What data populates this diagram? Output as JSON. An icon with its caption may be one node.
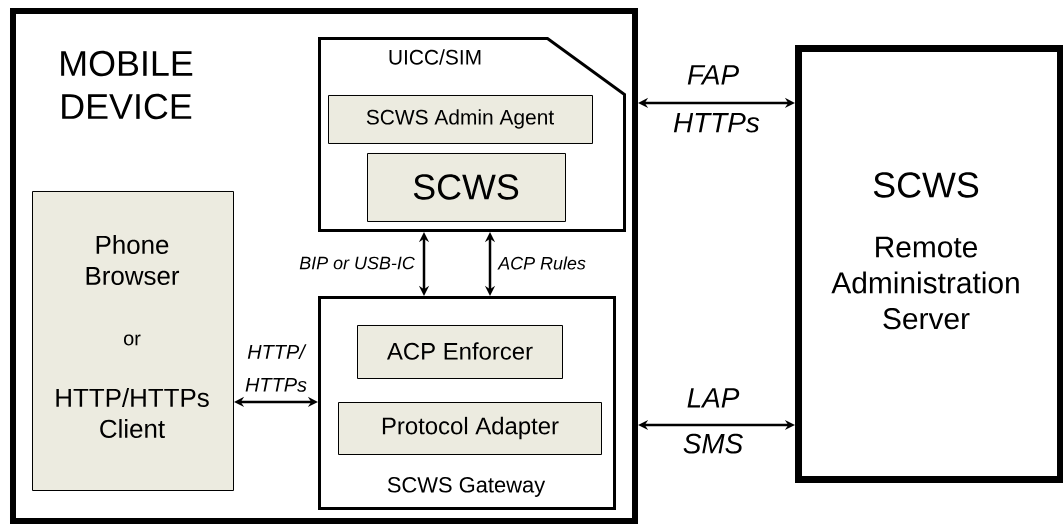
{
  "diagram": {
    "nodes": [
      {
        "text": [
          "MOBILE DEVICE"
        ]
      },
      {
        "text": [
          "UICC/SIM"
        ],
        "in": 0
      },
      {
        "text": [
          "SCWS Admin Agent"
        ],
        "in": 1
      },
      {
        "text": [
          "SCWS"
        ],
        "in": 1
      },
      {
        "text": [
          "Phone Browser",
          "or",
          "HTTP/HTTPs Client"
        ],
        "in": 0
      },
      {
        "text": [
          "SCWS Gateway"
        ],
        "in": 0
      },
      {
        "text": [
          "ACP Enforcer"
        ],
        "in": 5
      },
      {
        "text": [
          "Protocol Adapter"
        ],
        "in": 5
      },
      {
        "text": [
          "SCWS",
          "Remote Administration Server"
        ]
      }
    ],
    "edges": [
      {
        "from": 1,
        "to": 5,
        "arrow": "both",
        "label": "BIP or USB-IC"
      },
      {
        "from": 1,
        "to": 5,
        "arrow": "both",
        "label": "ACP Rules"
      },
      {
        "from": 4,
        "to": 5,
        "arrow": "both",
        "label": "HTTP/ HTTPs"
      },
      {
        "from": 0,
        "to": 8,
        "arrow": "both",
        "label": "FAP HTTPs"
      },
      {
        "from": 0,
        "to": 8,
        "arrow": "both",
        "label": "LAP SMS"
      }
    ]
  }
}
